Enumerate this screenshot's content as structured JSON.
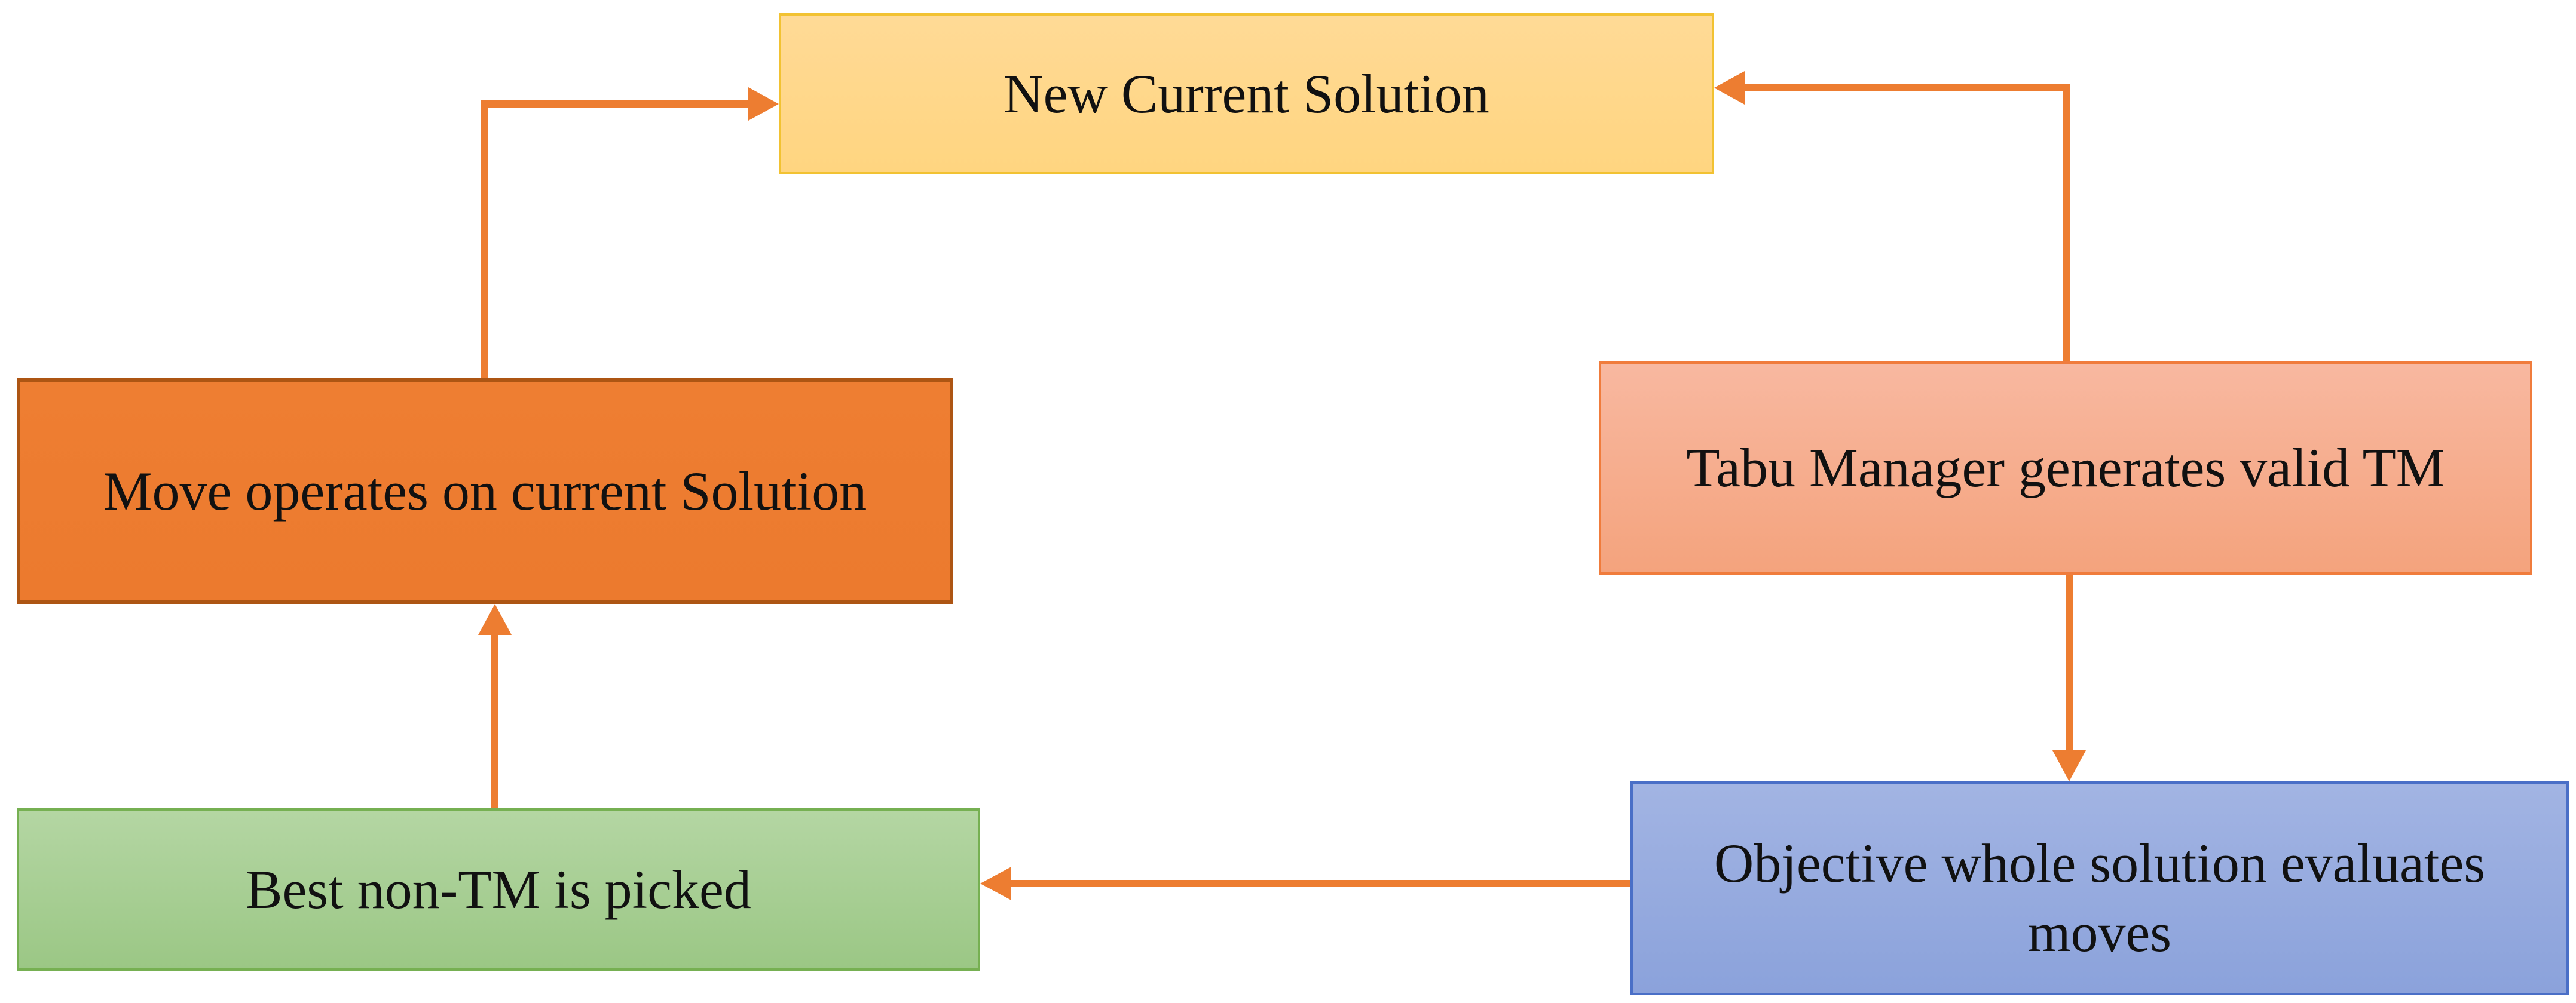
{
  "diagram": {
    "nodes": {
      "new_current_solution": "New Current Solution",
      "move_operates": "Move operates on current Solution",
      "tabu_manager": "Tabu Manager generates valid TM",
      "objective_evaluates": [
        "Objective whole solution evaluates",
        "moves"
      ],
      "best_non_tm": "Best non-TM is picked"
    },
    "flow": [
      {
        "from": "tabu_manager",
        "to": "new_current_solution"
      },
      {
        "from": "tabu_manager",
        "to": "objective_evaluates"
      },
      {
        "from": "objective_evaluates",
        "to": "best_non_tm"
      },
      {
        "from": "best_non_tm",
        "to": "move_operates"
      },
      {
        "from": "move_operates",
        "to": "new_current_solution"
      }
    ],
    "colors": {
      "arrow": "#ed7d31",
      "new_current_solution_fill": "#ffd580",
      "move_operates_fill": "#ed7d31",
      "tabu_manager_fill": "#f4a37d",
      "objective_evaluates_fill": "#8ea9db",
      "best_non_tm_fill": "#a9d18e"
    }
  }
}
